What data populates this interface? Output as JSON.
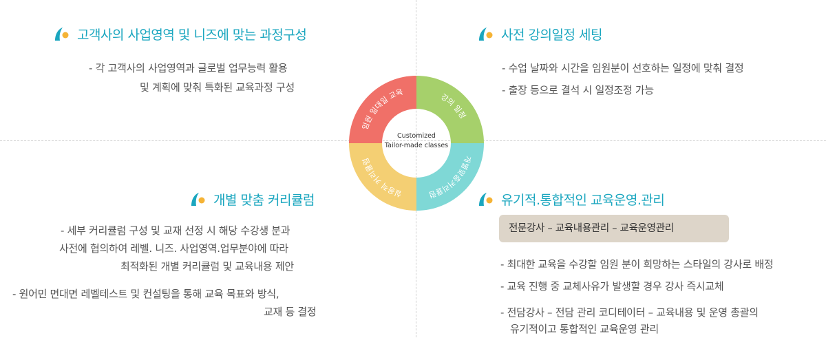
{
  "center": {
    "line1": "Customized",
    "line2": "Tailor-made classes"
  },
  "ring": {
    "top_left": "임원 일대일 교육",
    "top_right": "강의 일정",
    "bottom_right": "개별맞춤커리큘럼",
    "bottom_left": "실용적 커리큘럼"
  },
  "colors": {
    "coral": "#f07068",
    "green": "#a6d06b",
    "cyan": "#7fd8d6",
    "yellow": "#f4cf73",
    "title": "#1aa6bf",
    "box": "#ddd5c9"
  },
  "sections": {
    "tl": {
      "title": "고객사의 사업영역 및 니즈에 맞는 과정구성",
      "lines": [
        "- 각 고객사의 사업영역과 글로벌 업무능력  활용",
        "및 계획에 맞춰 특화된 교육과정 구성"
      ]
    },
    "tr": {
      "title": "사전 강의일정 세팅",
      "lines": [
        "- 수업 날짜와 시간을 임원분이 선호하는   일정에 맞춰 결정",
        "- 출장 등으로 결석 시 일정조정 가능"
      ]
    },
    "bl": {
      "title": "개별 맞춤 커리큘럼",
      "lines": [
        "-  세부 커리큘럼 구성 및 교재 선정 시 해당   수강생 분과",
        "사전에 협의하여 레벨. 니즈. 사업영역.업무분야에 따라",
        "최적화된 개별 커리큘럼 및  교육내용 제안",
        "- 원어민 면대면 레벨테스트 및 컨설팅을 통해 교육 목표와 방식,",
        "교재 등 결정"
      ]
    },
    "br": {
      "title": "유기적.통합적인 교육운영.관리",
      "box": "전문강사 – 교육내용관리 – 교육운영관리",
      "lines": [
        "- 최대한 교육을 수강할 임원 분이 희망하는 스타일의 강사로 배정",
        "- 교육 진행 중 교체사유가 발생할 경우 강사 즉시교체",
        "- 전담강사 – 전담 관리 코디테이터 – 교육내용 및 운영 총괄의",
        "유기적이고 통합적인 교육운영 관리"
      ]
    }
  }
}
